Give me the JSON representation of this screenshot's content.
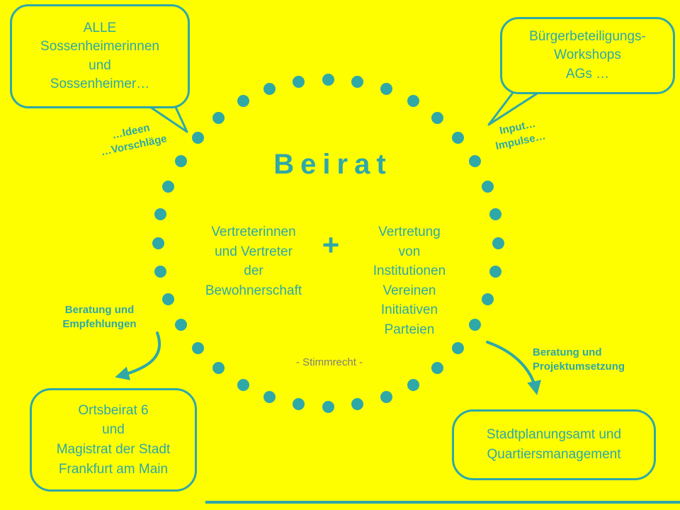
{
  "colors": {
    "background": "#FEFE00",
    "teal": "#2FA8A8",
    "gray": "#7F7F7F"
  },
  "title": "Beirat",
  "circle": {
    "left_member": "Vertreterinnen\nund Vertreter\nder\nBewohnerschaft",
    "plus": "+",
    "right_member": "Vertretung\nvon\nInstitutionen\nVereinen\nInitiativen\nParteien",
    "voting_note": "- Stimmrecht -"
  },
  "callouts": {
    "top_left": "ALLE\nSossenheimerinnen\nund\nSossenheimer…",
    "top_right": "Bürgerbeteiligungs-\nWorkshops\nAGs …"
  },
  "annotations": {
    "ideas": "…Ideen\n…Vorschläge",
    "input": "Input…\nImpulse…",
    "advice_left": "Beratung und\nEmpfehlungen",
    "advice_right": "Beratung und\nProjektumsetzung"
  },
  "boxes": {
    "bottom_left": "Ortsbeirat 6\nund\nMagistrat der Stadt\nFrankfurt am Main",
    "bottom_right": "Stadtplanungsamt und\nQuartiersmanagement"
  }
}
